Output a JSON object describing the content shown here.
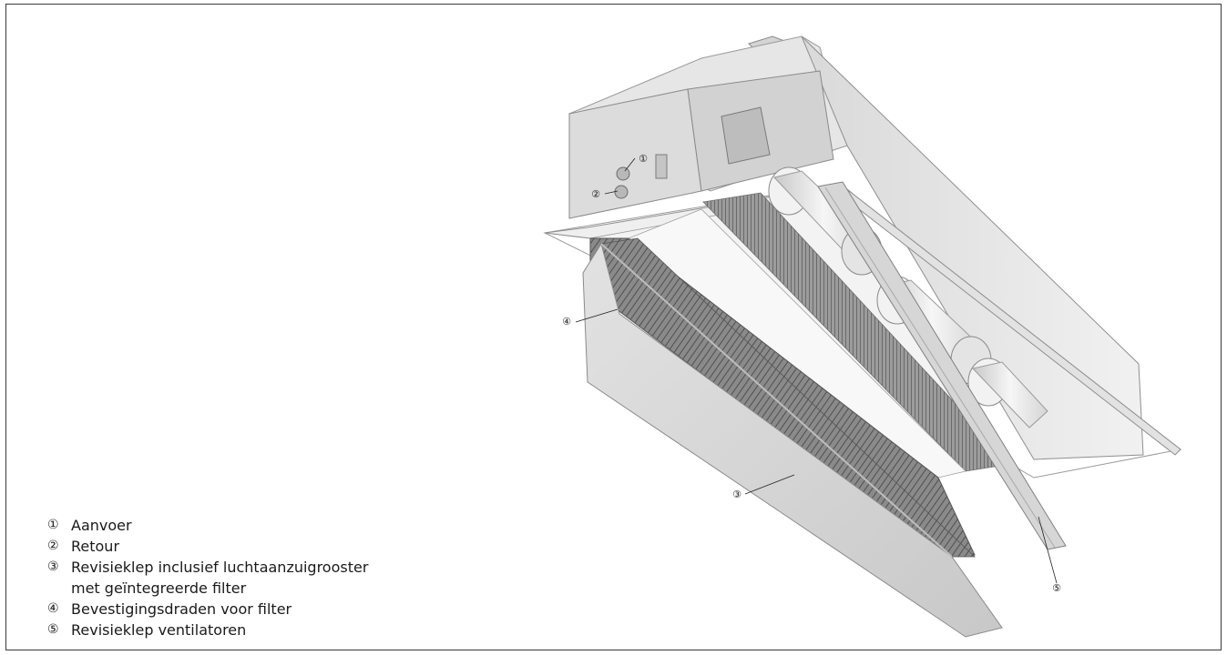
{
  "callouts": [
    {
      "num": "①",
      "label": "Aanvoer"
    },
    {
      "num": "②",
      "label": "Retour"
    },
    {
      "num": "③",
      "label": "Revisieklep inclusief luchtaanzuigrooster\nmet geïntegreerde filter"
    },
    {
      "num": "④",
      "label": "Bevestigingsdraden voor filter"
    },
    {
      "num": "⑤",
      "label": "Revisieklep ventilatoren"
    }
  ],
  "colors": {
    "frame": "#3a3a3a",
    "metal_light": "#ebebeb",
    "metal_mid": "#cfcfcf",
    "metal_dark": "#9a9a9a",
    "grille": "#6e6e6e"
  }
}
